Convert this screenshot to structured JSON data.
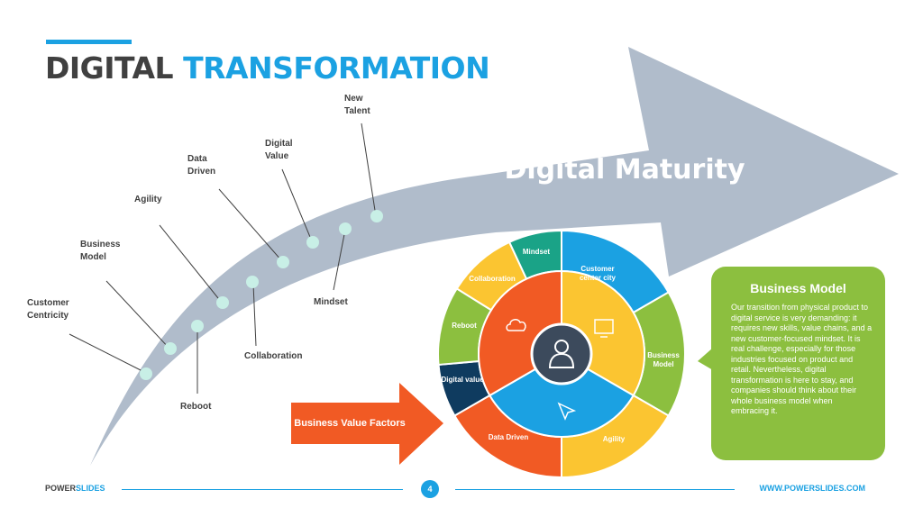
{
  "title": {
    "part1": "DIGITAL",
    "part2": "TRANSFORMATION"
  },
  "arrow": {
    "label": "Digital Maturity",
    "color": "#b0bccb",
    "dot_color": "#c8efe6"
  },
  "milestones_above": [
    {
      "label": "Customer Centricity",
      "lines": [
        "Customer",
        "Centricity"
      ]
    },
    {
      "label": "Business Model",
      "lines": [
        "Business",
        "Model"
      ]
    },
    {
      "label": "Agility",
      "lines": [
        "Agility"
      ]
    },
    {
      "label": "Data Driven",
      "lines": [
        "Data",
        "Driven"
      ]
    },
    {
      "label": "Digital Value",
      "lines": [
        "Digital",
        "Value"
      ]
    },
    {
      "label": "New Talent",
      "lines": [
        "New",
        "Talent"
      ]
    }
  ],
  "milestones_below": [
    {
      "label": "Reboot"
    },
    {
      "label": "Collaboration"
    },
    {
      "label": "Mindset"
    }
  ],
  "business_value_factors": {
    "label": "Business Value Factors",
    "color": "#f15a24"
  },
  "wheel": {
    "outer_segments": [
      {
        "label": "Customer center city",
        "lines": [
          "Customer",
          "center city"
        ],
        "color": "#1ba1e2"
      },
      {
        "label": "Business Model",
        "lines": [
          "Business",
          "Model"
        ],
        "color": "#8cbf3f"
      },
      {
        "label": "Agility",
        "lines": [
          "Agility"
        ],
        "color": "#fbc531"
      },
      {
        "label": "Data Driven",
        "lines": [
          "Data Driven"
        ],
        "color": "#f15a24"
      },
      {
        "label": "Digital value",
        "lines": [
          "Digital value"
        ],
        "color": "#0f3b5f"
      },
      {
        "label": "Reboot",
        "lines": [
          "Reboot"
        ],
        "color": "#8cbf3f"
      },
      {
        "label": "Collaboration",
        "lines": [
          "Collaboration"
        ],
        "color": "#fbc531"
      },
      {
        "label": "Mindset",
        "lines": [
          "Mindset"
        ],
        "color": "#1aa387"
      }
    ],
    "inner_segments": [
      {
        "icon": "monitor-icon",
        "color": "#fbc531"
      },
      {
        "icon": "cursor-icon",
        "color": "#1ba1e2"
      },
      {
        "icon": "cloud-icon",
        "color": "#f15a24"
      }
    ],
    "center_icon": "user-icon",
    "center_color": "#3c4a5c"
  },
  "info_box": {
    "title": "Business Model",
    "body": "Our transition from physical product to digital service is very demanding: it requires new skills, value chains, and a new customer-focused mindset. It is real challenge, especially for those industries focused on product and retail. Nevertheless, digital transformation is here to stay, and companies should think about their whole business model when embracing it.",
    "color": "#8cbf3f"
  },
  "footer": {
    "brand_part1": "POWER",
    "brand_part2": "SLIDES",
    "page": "4",
    "url": "WWW.POWERSLIDES.COM"
  }
}
